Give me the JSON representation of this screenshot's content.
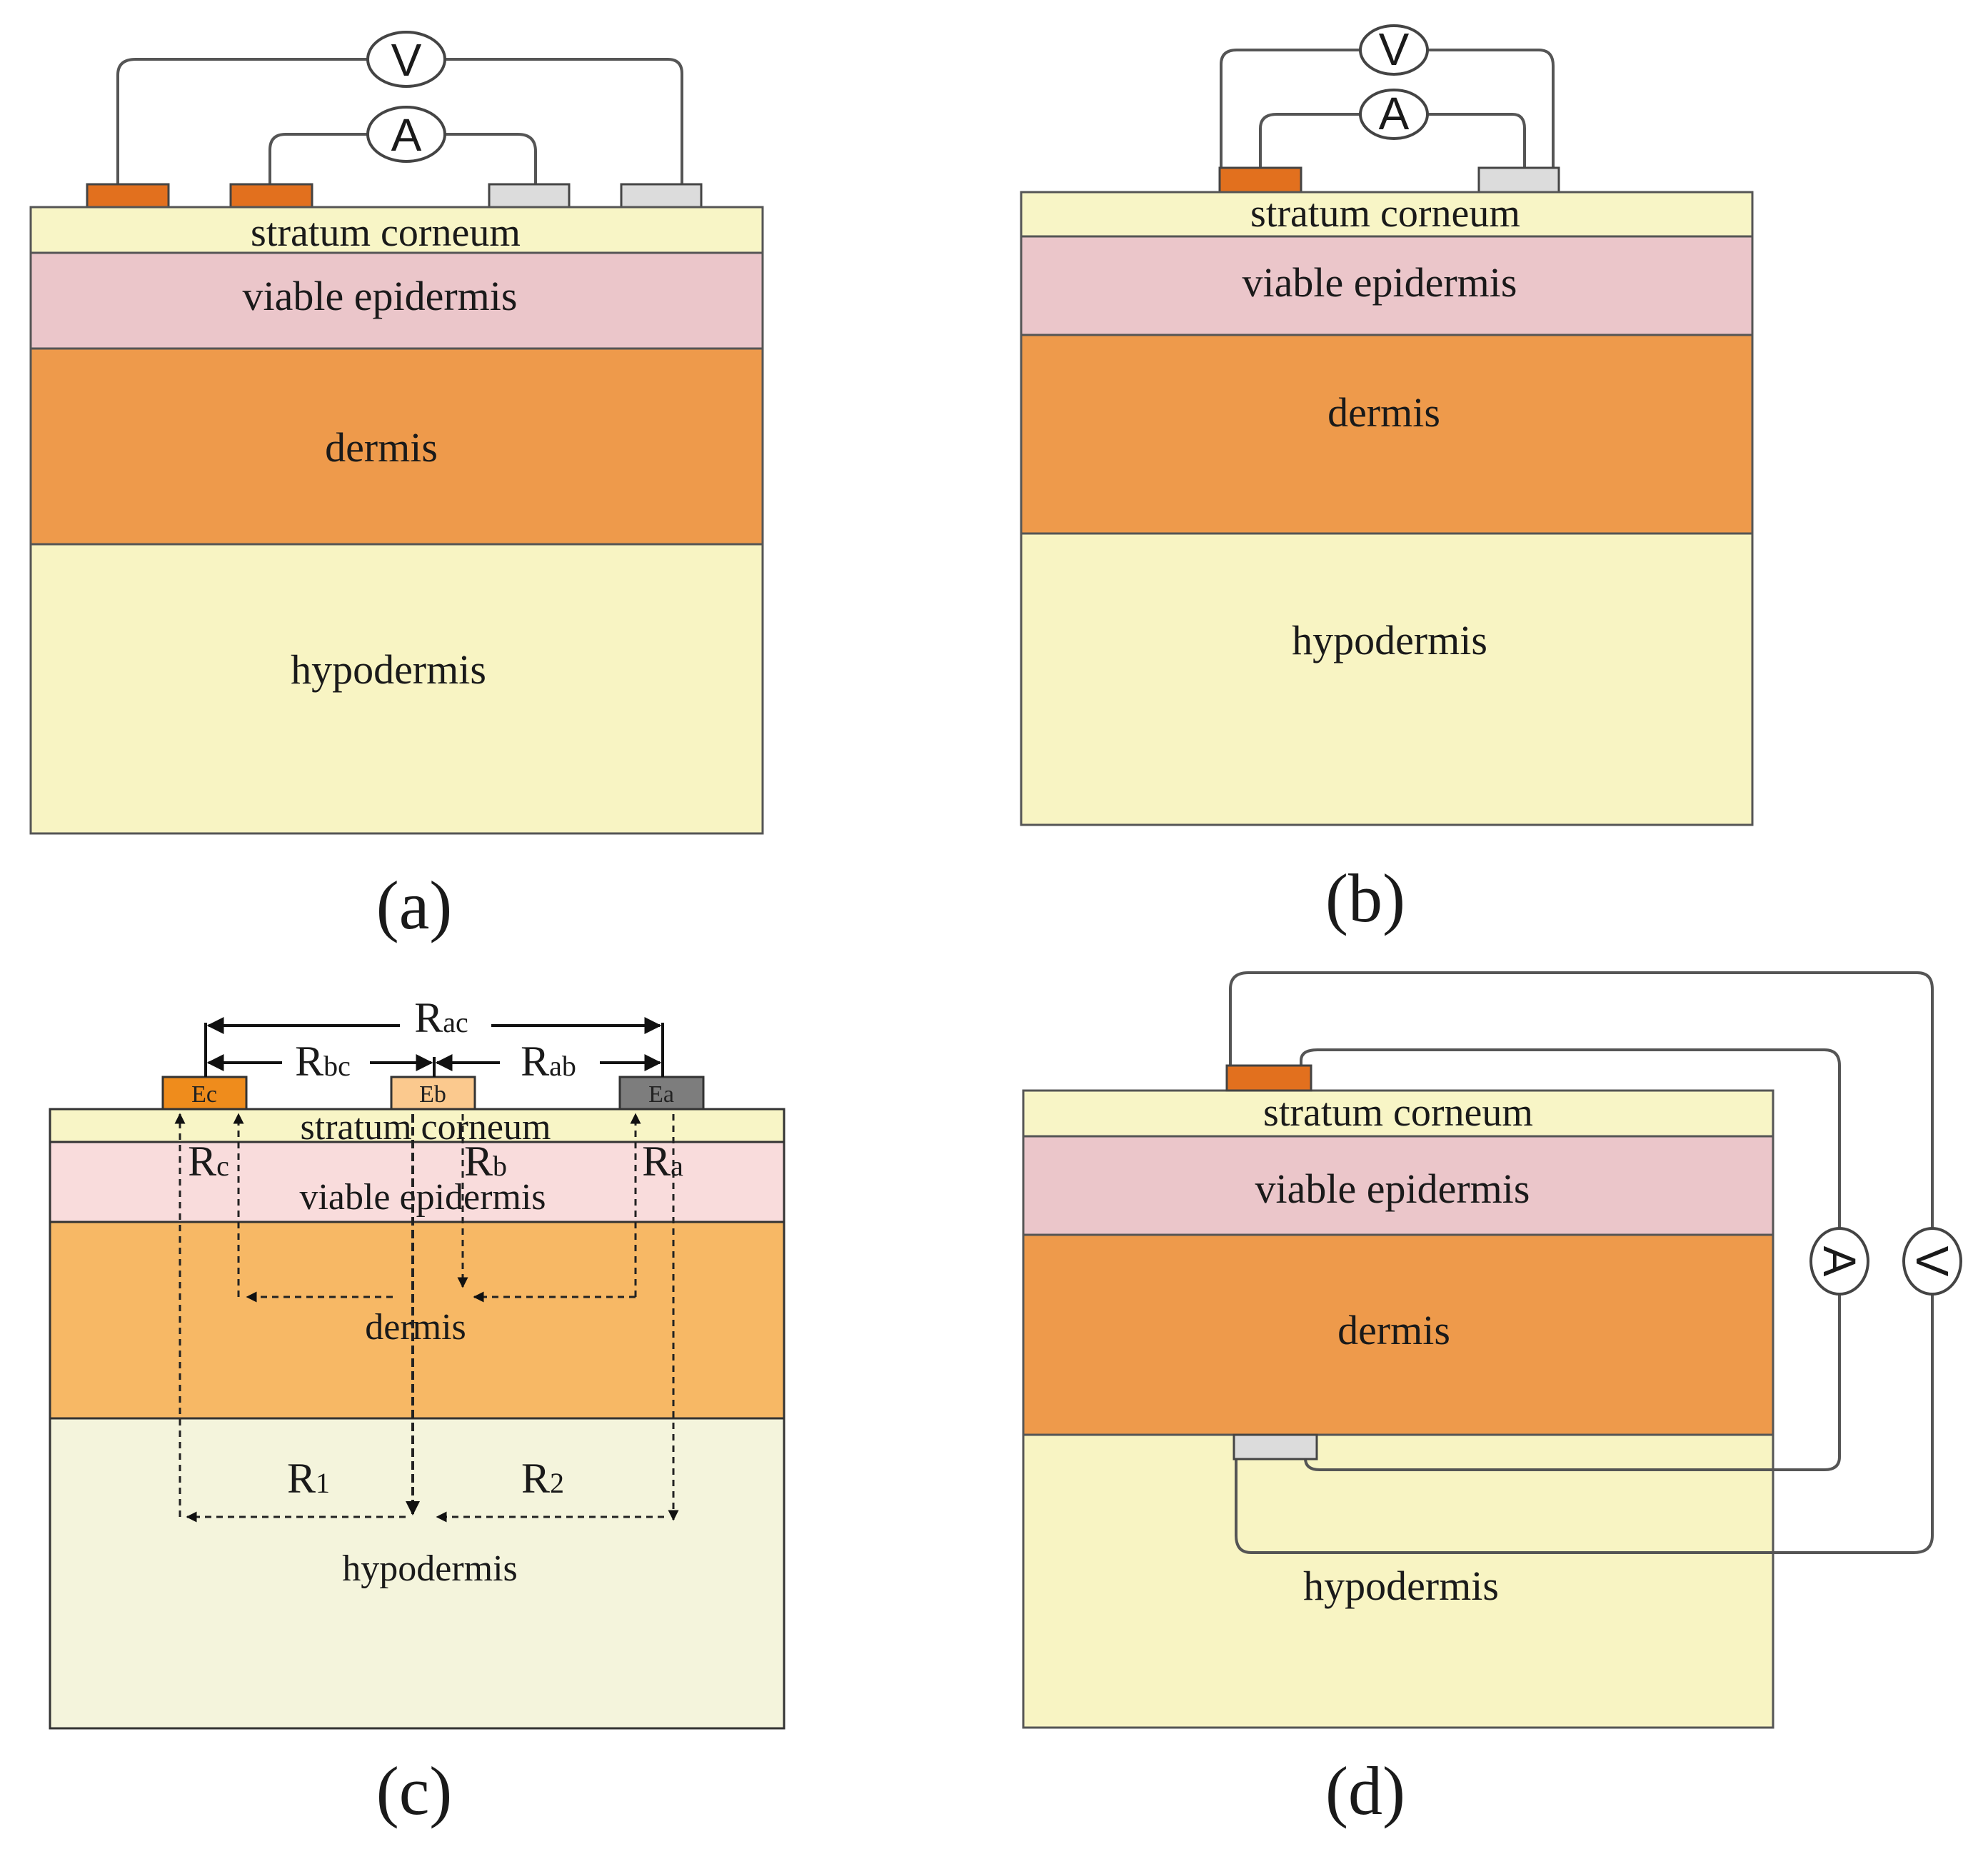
{
  "colors": {
    "stratum_corneum": "#f8f5c6",
    "viable_epidermis": "#ebc6ca",
    "viable_epidermis_c": "#f9dcdc",
    "dermis": "#ee9a4b",
    "dermis_c": "#f7b865",
    "hypodermis": "#f8f4c3",
    "hypodermis_c": "#f4f4dc",
    "electrode_active": "#e2701e",
    "electrode_return": "#dcdcdc",
    "electrode_ec": "#ef8c1c",
    "electrode_eb": "#fbc98e",
    "electrode_ea": "#7d7d7d"
  },
  "layers": {
    "stratum_corneum": "stratum corneum",
    "viable_epidermis": "viable epidermis",
    "dermis": "dermis",
    "hypodermis": "hypodermis"
  },
  "meters": {
    "voltmeter": "V",
    "ammeter": "A"
  },
  "panels": {
    "a": {
      "label": "(a)"
    },
    "b": {
      "label": "(b)"
    },
    "c": {
      "label": "(c)",
      "electrodes": {
        "ec": "Ec",
        "eb": "Eb",
        "ea": "Ea"
      },
      "resistances": {
        "rac": {
          "main": "R",
          "sub": "ac"
        },
        "rbc": {
          "main": "R",
          "sub": "bc"
        },
        "rab": {
          "main": "R",
          "sub": "ab"
        },
        "rc": {
          "main": "R",
          "sub": "c"
        },
        "rb": {
          "main": "R",
          "sub": "b"
        },
        "ra": {
          "main": "R",
          "sub": "a"
        },
        "r1": {
          "main": "R",
          "sub": "1"
        },
        "r2": {
          "main": "R",
          "sub": "2"
        }
      }
    },
    "d": {
      "label": "(d)"
    }
  }
}
